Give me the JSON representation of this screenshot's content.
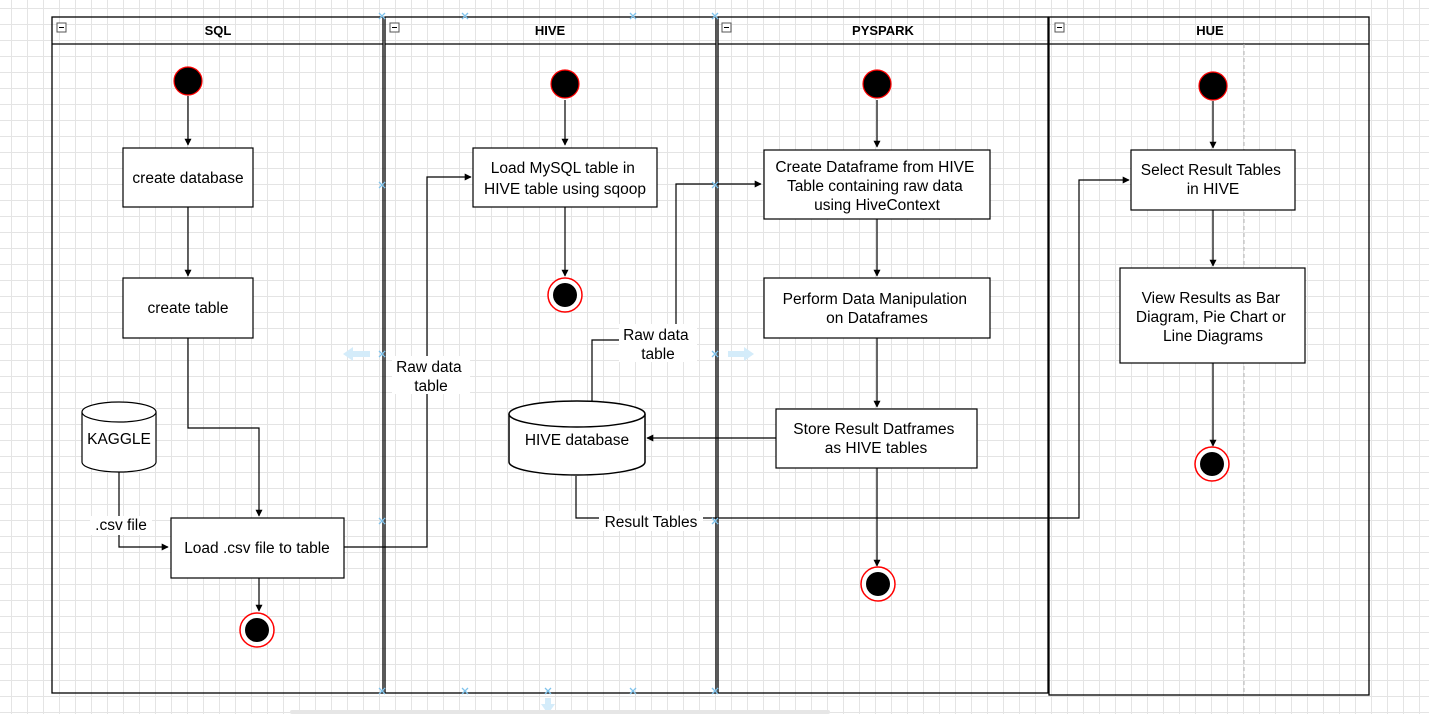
{
  "lanes": [
    {
      "title": "SQL"
    },
    {
      "title": "HIVE"
    },
    {
      "title": "PYSPARK"
    },
    {
      "title": "HUE"
    }
  ],
  "nodes": {
    "create_database": [
      "create database"
    ],
    "create_table": [
      "create table"
    ],
    "kaggle": [
      "KAGGLE"
    ],
    "load_csv": [
      "Load .csv file to table"
    ],
    "load_mysql": [
      "Load MySQL table in",
      "HIVE table using sqoop"
    ],
    "hive_database": [
      "HIVE database"
    ],
    "create_dataframe": [
      "Create Dataframe from HIVE",
      "Table containing raw data",
      "using HiveContext"
    ],
    "perform_manip": [
      "Perform Data Manipulation",
      "on Dataframes"
    ],
    "store_result": [
      "Store Result Datframes",
      "as HIVE tables"
    ],
    "select_result": [
      "Select Result Tables",
      "in HIVE"
    ],
    "view_results": [
      "View Results as Bar",
      "Diagram, Pie Chart or",
      "Line Diagrams"
    ]
  },
  "edge_labels": {
    "csv_file": [
      ".csv file"
    ],
    "raw_data_1": [
      "Raw data",
      "table"
    ],
    "raw_data_2": [
      "Raw data",
      "table"
    ],
    "result_tables": [
      "Result Tables"
    ]
  },
  "colors": {
    "line": "#000000",
    "initial_fill": "#000000",
    "initial_stroke": "#ff0000",
    "final_ring": "#ff0000",
    "selection_handle": "#7fc3ec"
  }
}
